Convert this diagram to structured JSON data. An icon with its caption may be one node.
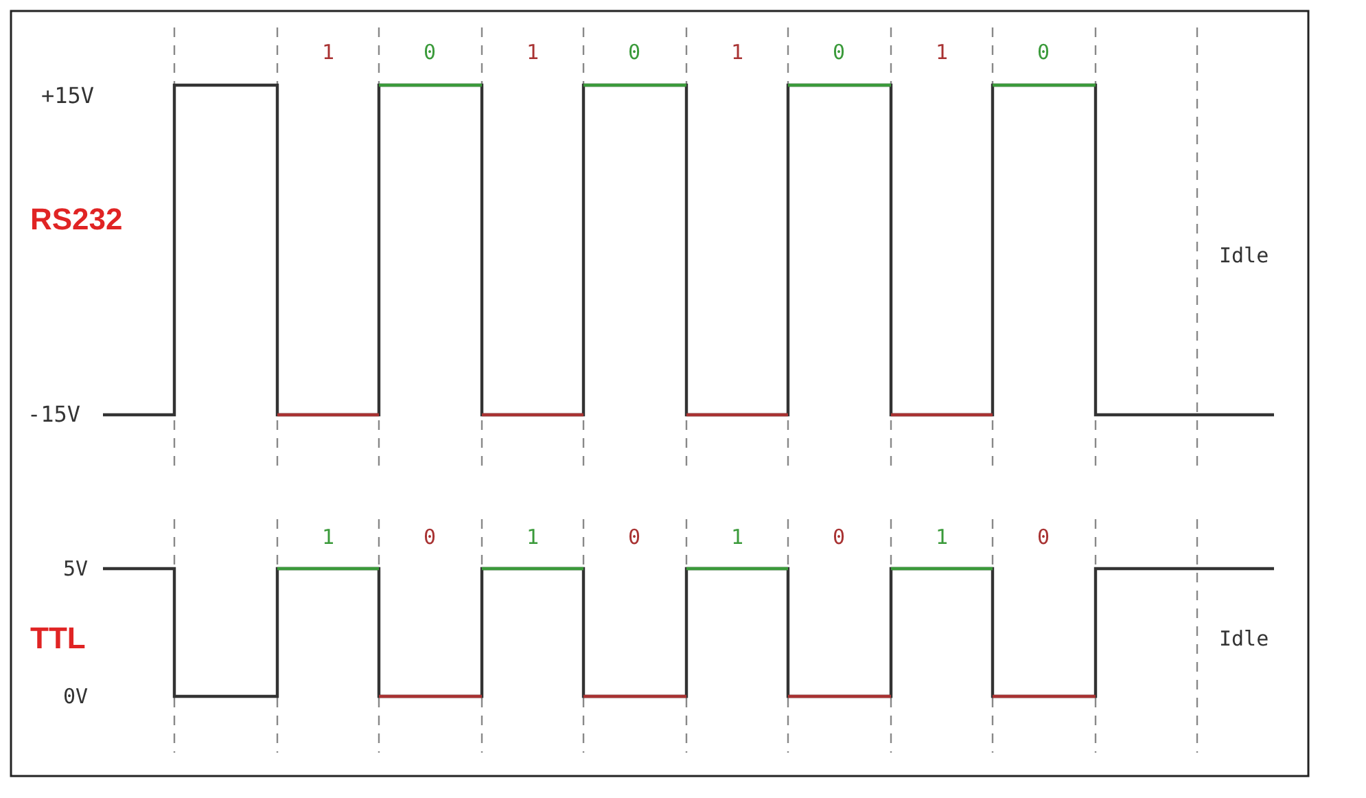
{
  "diagram": {
    "labels": [
      "1",
      "0",
      "1",
      "0",
      "1",
      "0",
      "1",
      "0",
      "+15V",
      "RS232",
      "Idle",
      "-15V",
      "1",
      "0",
      "1",
      "0",
      "1",
      "0",
      "1",
      "0",
      "5V",
      "TTL",
      "Idle",
      "0V"
    ]
  }
}
